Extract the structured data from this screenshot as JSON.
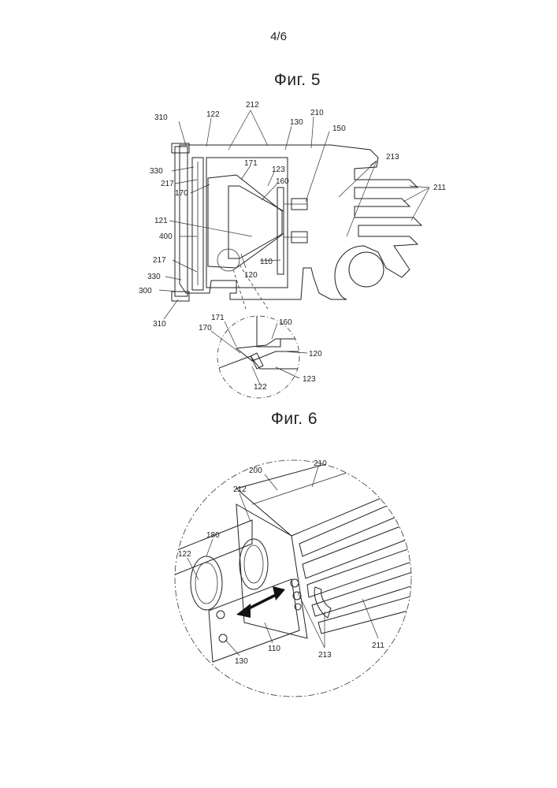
{
  "page_number": "4/6",
  "fig5": {
    "title": "Фиг. 5",
    "labels": {
      "l310a": "310",
      "l122a": "122",
      "l212a": "212",
      "l130a": "130",
      "l210a": "210",
      "l150": "150",
      "l213a": "213",
      "l330a": "330",
      "l171a": "171",
      "l123a": "123",
      "l217a": "217",
      "l160a": "160",
      "l170a": "170",
      "l211a": "211",
      "l121": "121",
      "l400": "400",
      "l217b": "217",
      "l110a": "110",
      "l120a": "120",
      "l330b": "330",
      "l300": "300",
      "l310b": "310",
      "l171b": "171",
      "l160b": "160",
      "l170b": "170",
      "l120b": "120",
      "l122b": "122",
      "l123b": "123"
    }
  },
  "fig6": {
    "title": "Фиг. 6",
    "labels": {
      "l210": "210",
      "l200": "200",
      "l212": "212",
      "l180": "180",
      "l122": "122",
      "l110": "110",
      "l130": "130",
      "l213": "213",
      "l211": "211"
    }
  }
}
